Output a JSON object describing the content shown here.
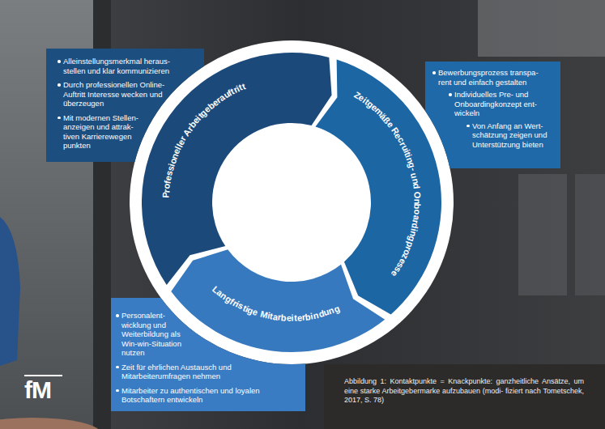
{
  "diagram": {
    "caption": "Abbildung 1: Kontaktpunkte = Knackpunkte: ganzheitliche Ansätze, um eine starke Arbeitgebermarke aufzubauen (modi- fiziert nach Tometschek, 2017, S. 78)",
    "nodes": [
      {
        "text": [
          "Professioneller Arbeitgeberauftritt"
        ]
      },
      {
        "text": [
          "Alleinstellungsmerkmal heraus- stellen und klar kommunizieren",
          "Durch professionellen Online-Auftritt Interesse wecken und überzeugen",
          "Mit modernen Stellen- anzeigen und attrak- tiven Karrierewegen punkten"
        ]
      },
      {
        "text": [
          "Zeitgemäße Recruiting- und Onboardingprozesse"
        ]
      },
      {
        "text": [
          "Bewerbungsprozess transpa- rent und einfach gestalten",
          "Individuelles Pre- und Onboardingkonzept ent- wickeln",
          "Von Anfang an Wert- schätzung zeigen und Unterstützung bieten"
        ]
      },
      {
        "text": [
          "Langfristige Mitarbeiterbindung"
        ]
      },
      {
        "text": [
          "Personalent- wicklung und Weiterbildung als Win-win-Situation nutzen",
          "Zeit für ehrlichen Austausch und Mitarbeiterumfragen nehmen",
          "Mitarbeiter zu authentischen und loyalen Botschaftern entwickeln"
        ]
      }
    ],
    "labels": [
      "fM"
    ]
  }
}
